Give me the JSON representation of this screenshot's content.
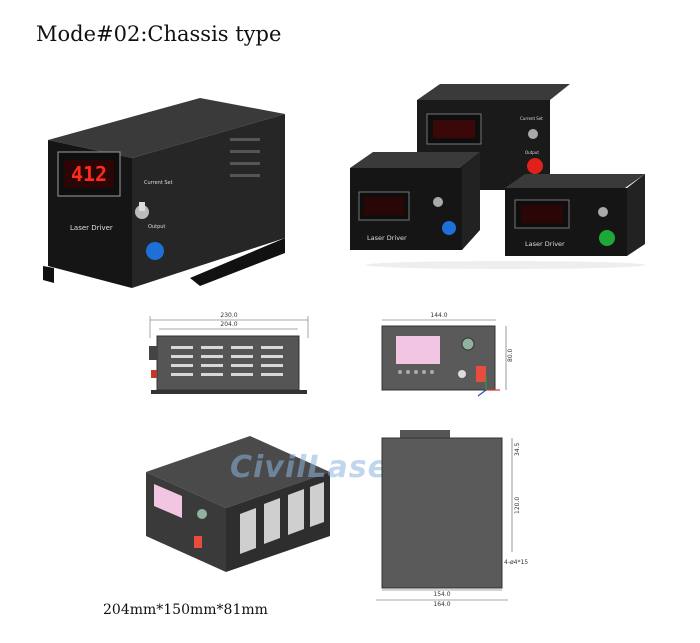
{
  "title": "Mode#02:Chassis type",
  "caption": "204mm*150mm*81mm",
  "watermark": "CivilLaser",
  "photo_main": {
    "display_value": "412",
    "label_panel": "Laser Driver",
    "label_current": "Current Set",
    "label_output": "Output"
  },
  "photo_group": {
    "label_panel": "Laser Driver",
    "label_current": "Current Set",
    "label_output": "Output"
  },
  "drawing_side": {
    "dim_outer": "230.0",
    "dim_inner": "204.0"
  },
  "drawing_front": {
    "dim_width": "144.0",
    "dim_height": "80.0"
  },
  "drawing_top": {
    "dim_top": "34.5",
    "dim_middle": "120.0",
    "dim_holes": "4-ø4*15",
    "dim_inner_width": "154.0",
    "dim_outer_width": "164.0"
  },
  "colors": {
    "chassis": "#1c1c1c",
    "display_red": "#ff2a1a",
    "button_blue": "#1e6fd8",
    "button_red": "#e0201a",
    "button_green": "#1fa83a",
    "drawing_gray": "#5a5a5a",
    "lcd_pink": "#f2c6e2"
  }
}
